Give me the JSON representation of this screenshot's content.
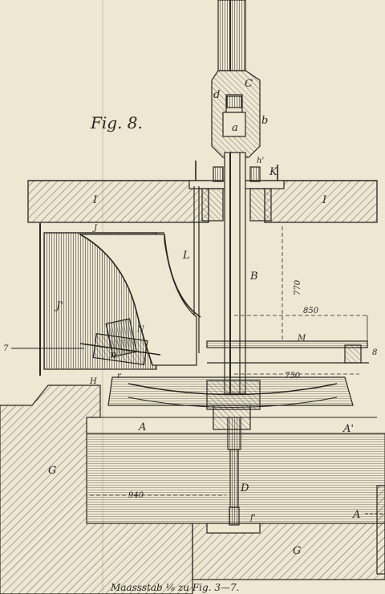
{
  "figure": {
    "title": "Fig. 8.",
    "caption": "Maassstab ⅙ zu Fig. 3—7."
  },
  "labels": {
    "C": "C",
    "d": "d",
    "a": "a",
    "b": "b",
    "h_prime": "h'",
    "K": "K",
    "I_left": "I",
    "I_right": "I",
    "J": "J",
    "J_prime": "J'",
    "L": "L",
    "B": "B",
    "N": "N",
    "n": "n",
    "H": "H",
    "r": "r",
    "M": "M",
    "A_left": "A",
    "A_prime": "A'",
    "G_left": "G",
    "G_bottom": "G",
    "D": "D",
    "f_prime": "f'",
    "A_far": "A",
    "seven": "7",
    "eight": "8"
  },
  "dimensions": {
    "d770": "770",
    "d850": "850",
    "d750": "750",
    "d940": "940"
  },
  "colors": {
    "paper": "#ede7d3",
    "ink": "#2a261f",
    "water": "#d6cfb8"
  }
}
